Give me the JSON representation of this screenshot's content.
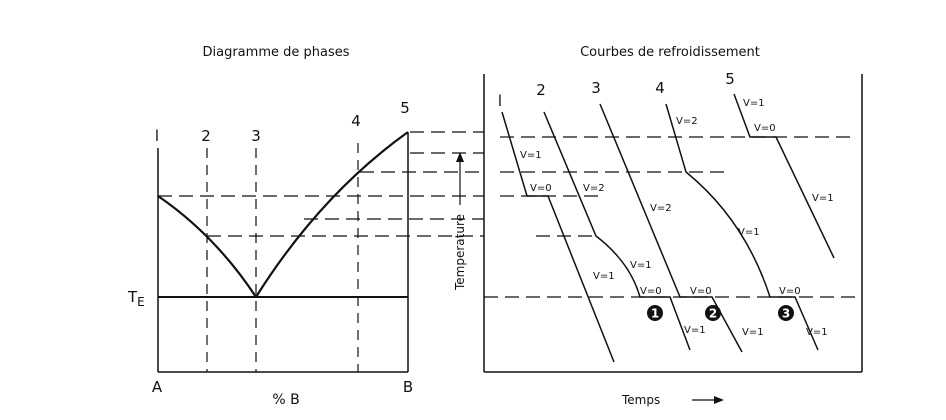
{
  "phase_diagram": {
    "title": "Diagramme de phases",
    "composition_labels": [
      "l",
      "2",
      "3",
      "4",
      "5"
    ],
    "eutectic_label": "T",
    "eutectic_sub": "E",
    "left_component": "A",
    "right_component": "B",
    "x_axis_label": "% B"
  },
  "cooling_curves": {
    "title": "Courbes de refroidissement",
    "curve_labels": [
      "l",
      "2",
      "3",
      "4",
      "5"
    ],
    "y_axis_label": "Temperature",
    "x_axis_label": "Temps",
    "variance_labels": {
      "c1_liquid": "V=1",
      "c1_plateau": "V=0",
      "c1_solid": "V=1",
      "c2_liquid": "V=2",
      "c2_mid": "V=1",
      "c2_plateau": "V=0",
      "c2_solid": "V=1",
      "c3_liquid": "V=2",
      "c3_plateau": "V=0",
      "c3_solid": "V=1",
      "c4_liquid": "V=2",
      "c4_mid": "V=1",
      "c4_plateau": "V=0",
      "c4_solid": "V=1",
      "c5_liquid": "V=1",
      "c5_plateau": "V=0",
      "c5_solid": "V=1"
    },
    "markers": [
      "1",
      "2",
      "3"
    ]
  }
}
